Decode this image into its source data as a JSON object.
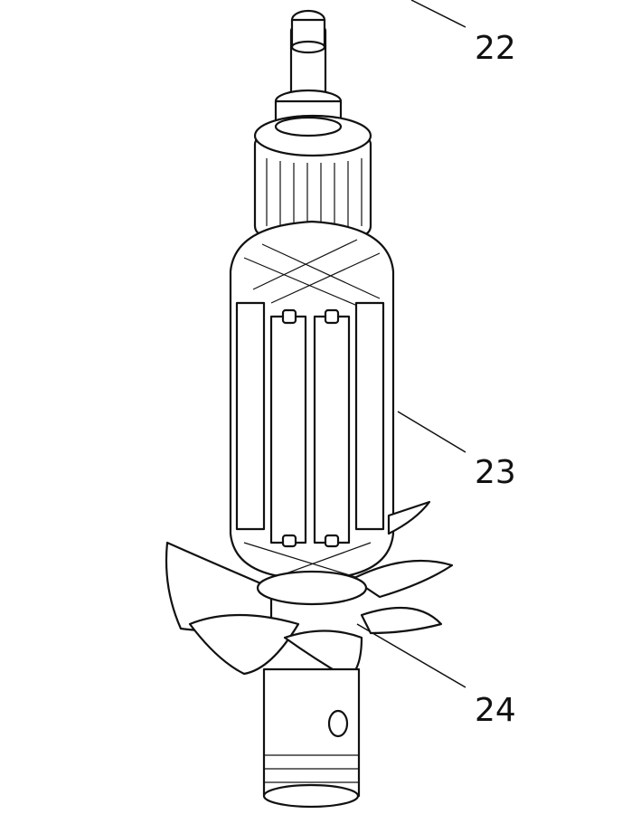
{
  "diagram": {
    "parts": [
      {
        "id": "22",
        "label": "22"
      },
      {
        "id": "23",
        "label": "23"
      },
      {
        "id": "24",
        "label": "24"
      }
    ]
  }
}
